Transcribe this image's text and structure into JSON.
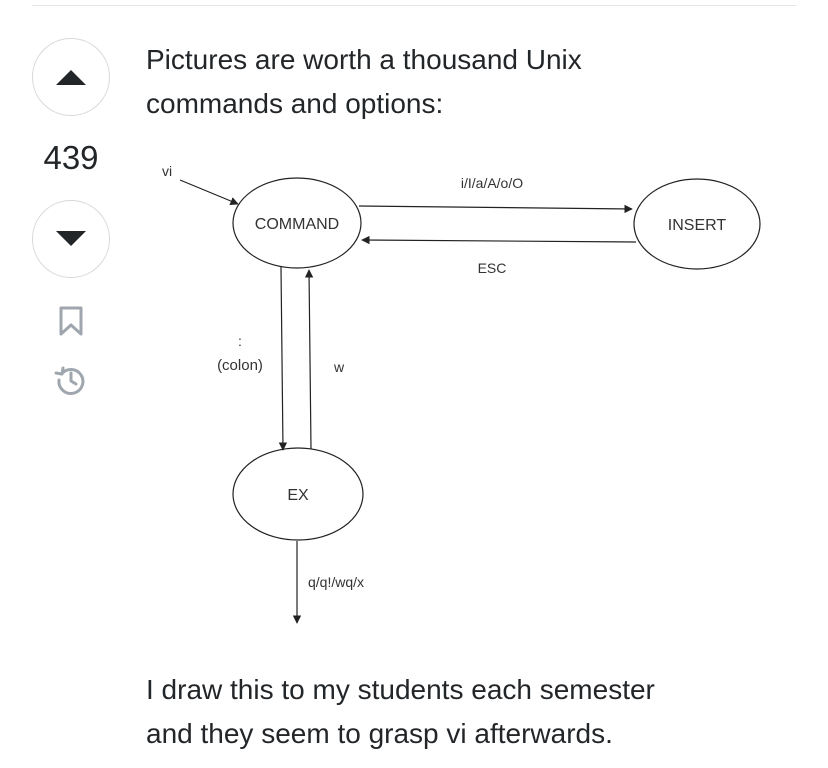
{
  "vote": {
    "count": "439"
  },
  "post": {
    "intro": "Pictures are worth a thousand Unix\ncommands and options:",
    "outro": "I draw this to my students each semester\nand they seem to grasp vi afterwards."
  },
  "diagram": {
    "nodes": {
      "command": "COMMAND",
      "insert": "INSERT",
      "ex": "EX"
    },
    "labels": {
      "vi": "vi",
      "to_insert": "i/I/a/A/o/O",
      "esc": "ESC",
      "colon_mark": ":",
      "colon": "(colon)",
      "w": "w",
      "quit": "q/q!/wq/x"
    }
  },
  "icons": {
    "upvote": "arrow-up-icon",
    "downvote": "arrow-down-icon",
    "bookmark": "bookmark-icon",
    "history": "history-icon"
  }
}
